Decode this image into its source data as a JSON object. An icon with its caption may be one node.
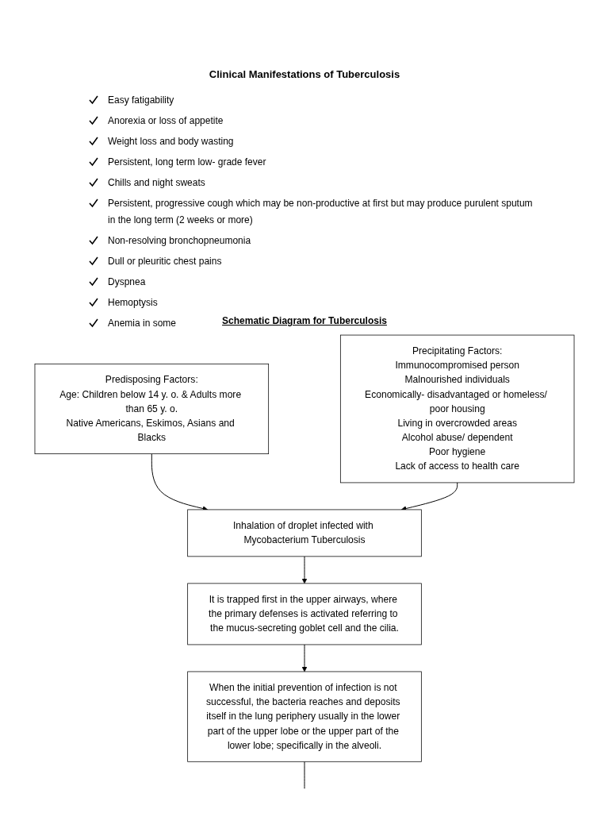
{
  "diagram": {
    "title": "Clinical Manifestations of Tuberculosis",
    "nodes": [
      {
        "text": [
          "Predisposing Factors:",
          "Age: Children below 14 y. o. & Adults more than 65 y. o.",
          "Native Americans, Eskimos, Asians and Blacks"
        ]
      },
      {
        "text": [
          "Precipitating Factors:",
          "Immunocompromised person",
          "Malnourished individuals",
          "Economically- disadvantaged or homeless/ poor housing",
          "Living in overcrowded areas",
          "Alcohol abuse/ dependent",
          "Poor hygiene",
          "Lack of access to health care"
        ]
      },
      {
        "text": [
          "Inhalation of droplet infected with Mycobacterium Tuberculosis"
        ]
      },
      {
        "text": [
          "It is trapped first in the upper airways, where the primary defenses is activated referring to the mucus-secreting goblet cell and the cilia."
        ]
      },
      {
        "text": [
          "When the initial prevention of infection is not successful, the bacteria reaches and deposits itself in the lung periphery usually in the lower part of the upper lobe or the upper part of the lower lobe; specifically in the alveoli."
        ]
      }
    ],
    "edges": [
      {
        "from": 0,
        "to": 2,
        "arrow": "to"
      },
      {
        "from": 1,
        "to": 2,
        "arrow": "to"
      },
      {
        "from": 2,
        "to": 3,
        "arrow": "to"
      },
      {
        "from": 3,
        "to": 4,
        "arrow": "to"
      },
      {
        "from": 4,
        "to": null,
        "arrow": "none"
      }
    ],
    "labels": [
      "Easy fatigability",
      "Anorexia or loss of appetite",
      "Weight loss and body wasting",
      "Persistent, long term low- grade fever",
      "Chills and night sweats",
      "Persistent, progressive cough which may be non-productive at first but may produce purulent sputum in the long term (2 weeks or more)",
      "Non-resolving bronchopneumonia",
      "Dull or pleuritic chest pains",
      "Dyspnea",
      "Hemoptysis",
      "Anemia in some",
      "Schematic Diagram for Tuberculosis"
    ]
  }
}
